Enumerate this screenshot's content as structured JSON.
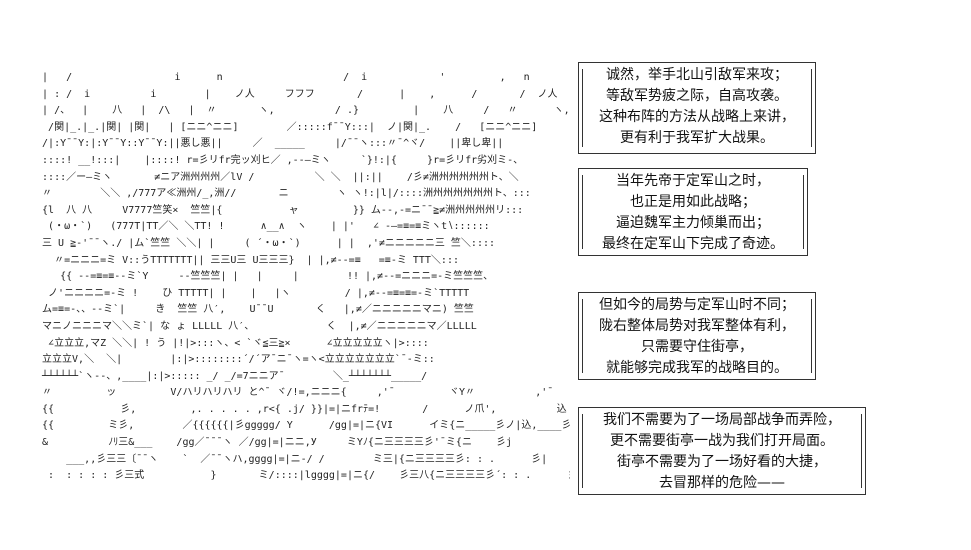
{
  "art_lines": [
    "  |   /                 i      n                    /  i            '         ,   n",
    "  | : /  i          i        |    ノ人     フフフ       /      |    ,      /       /  ノ人     ククク",
    "  | /、  |    八   |  /\\   |  〃       ヽ,          / .}         |    八     /   〃      ヽ,",
    "   /関|_.|_.|関| |関|   | [ニニ^ニニ]        ／:::::f¯¯Y:::|  ノ|関|_.    /   [ニニ^ニニ]",
    "  /|:Y¯¯Y:|:Y¯¯Y::Y¯¯Y:||悪し悪||     ／  _____     |/¯¯ヽ:::〃¯^ヾ/    ||卑し卑||",
    "  ::::! __!:::|    |::::! r=彡リfr完ッ刈ヒ／ ,-‐―ミヽ     `}!:|{     }r=彡リfr劣刈ミ-、",
    "  ::::／ー―ミヽ       ≠ニア洲州州州／lV /          ＼ ＼  ||:||    /彡≠洲州州州州州ト、＼",
    "  〃        ＼＼ ,/777ア≪洲州/_,洲//       ニ        ヽ ヽ!:|l|/::::洲州州州州州州ト、:::",
    "  {l  八 八     V7777竺笑×  竺竺|{           ャ         }} ム-‐,-=ニ¯¯≧≠洲州州州州リ:::",
    "   (・ω・`)   (777T|TT／＼ ＼TT! !      ∧__∧  ヽ    | |'   ∠ -―=≡=≡ミヽt∖::::::",
    "  三 U ≧‐'¯¯ヽ./ |ム`竺竺 ＼＼| |     ( ´・ω・`)      | |  ,'≠ニニニニニ三 竺＼::::",
    "    〃=ニニニ=ミ V::うTTTTTTT|| 三三U三 U三三三}  | |,≠-‐=≡   =≡-ミ TTT＼:::",
    "     {{ -‐=≡=≡-‐ミ`Y     -‐竺竺竺| |   |     |        !! |,≠-‐=ニニニ=‐ミ竺竺竺、",
    "   ノ'ニニニニ=‐ミ !    ひ TTTTT| |    |   |ヽ         / |,≠-‐=≡=≡=‐ミ`TTTTT",
    "  ム=≡=-、、-‐ミ`|     き  竺竺 八′,    U¯¯U       く   |,≠／ニニニニニマニ) 竺竺",
    "  マニノニニニマ＼＼ミ`| な ょ LLLLL 八′、            く  |,≠／ニニニニニマ／LLLLL",
    "   ∠立立立,マZ ＼＼| ! う |!|>:::ヽ、< `ヾ≦三≧×      ∠立立立立立ヽ|>::::",
    "  立立立V,＼  ＼|        |:|>::::::::´/´ア¯ニ¯ヽ=ヽ<立立立立立立立`¯‐ミ::",
    "  ┴┴┴┴┴┴`ヽ--、,____|:|>::::: _/ _/=7ニニア¯        ＼_┴┴┴┴┴┴┴_____/",
    "  〃         ッ         V/ハリハリハリ と^¯ ヾ/!=,ニニニ{     ,'¯         ヾY〃          ,'¯",
    "  {{           彡,         ,. . . . . ,r<{ .j/ }}|=|ニfrﾃ=!       /      ノ爪',          込",
    "  {{         ミ彡,        ／{{{{{{|彡ggggg/ Y      /gg|=|ニ{VI      イミ{ニ_____彡ノ|込,____彡彡",
    "  &          ﾉﾘ三&___    /gg／¯¯¯ヽ ／/gg|=|ニニ,У     ミYﾉ{ニ三三三三彡'¯ミ{ニ    彡j",
    "      ___,,彡三三〔¯¯ヽ    `  ／¯¯ヽハ,gggg|=|ニ-/ /        ミ三|{ニ三三三三彡: : .      彡|",
    "   :  : : : : 彡三式           }       ミ/::::|lgggg|=|ニ{/    彡三八{ニ三三三三彡´: : .      彡|"
  ],
  "captions": [
    [
      "诚然，举手北山引敌军来攻；",
      "等敌军势疲之际，自高攻袭。",
      "这种布阵的方法从战略上来讲，",
      "更有利于我军扩大战果。"
    ],
    [
      "当年先帝于定军山之时，",
      "也正是用如此战略；",
      "逼迫魏军主力倾巢而出；",
      "最终在定军山下完成了奇迹。"
    ],
    [
      "但如今的局势与定军山时不同；",
      "陇右整体局势对我军整体有利，",
      "只需要守住街亭，",
      "就能够完成我军的战略目的。"
    ],
    [
      "我们不需要为了一场局部战争而弄险，",
      "更不需要街亭一战为我们打开局面。",
      "街亭不需要为了一场好看的大捷，",
      "去冒那样的危险——"
    ]
  ]
}
